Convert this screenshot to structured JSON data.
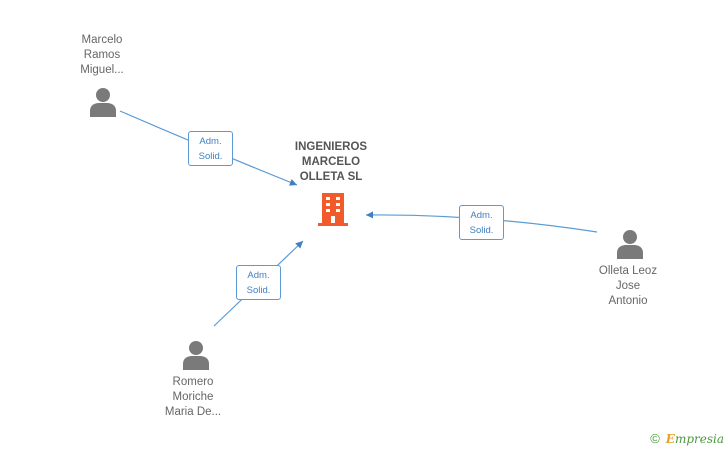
{
  "company": {
    "name": "INGENIEROS\nMARCELO\nOLLETA SL",
    "icon": "building-icon",
    "color": "#f15a2b"
  },
  "persons": [
    {
      "id": "p1",
      "name": "Marcelo\nRamos\nMiguel...",
      "icon": "person-icon"
    },
    {
      "id": "p2",
      "name": "Olleta Leoz\nJose\nAntonio",
      "icon": "person-icon"
    },
    {
      "id": "p3",
      "name": "Romero\nMoriche\nMaria De...",
      "icon": "person-icon"
    }
  ],
  "relations": [
    {
      "from": "p1",
      "label": "Adm.\nSolid."
    },
    {
      "from": "p2",
      "label": "Adm.\nSolid."
    },
    {
      "from": "p3",
      "label": "Adm.\nSolid."
    }
  ],
  "colors": {
    "edge": "#5a9bd5",
    "person": "#7a7a7a",
    "text": "#666666"
  },
  "footer": {
    "copyright": "©",
    "brand": "mpresia",
    "brand_initial": "E"
  }
}
